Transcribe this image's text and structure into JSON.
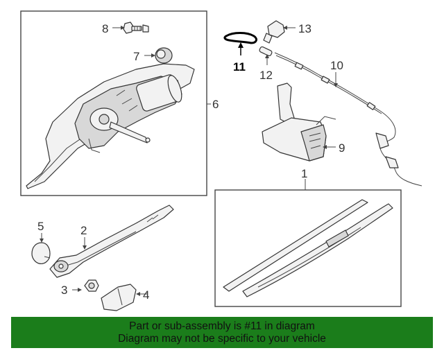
{
  "diagram": {
    "callouts": {
      "c1": "1",
      "c2": "2",
      "c3": "3",
      "c4": "4",
      "c5": "5",
      "c6": "6",
      "c7": "7",
      "c8": "8",
      "c9": "9",
      "c10": "10",
      "c11": "11",
      "c12": "12",
      "c13": "13"
    },
    "highlighted_part": "11"
  },
  "footer": {
    "line1": "Part or sub-assembly is #11 in diagram",
    "line2": "Diagram may not be specific to your vehicle"
  },
  "colors": {
    "footer_background": "#1b7d1b",
    "line_art": "#444444",
    "highlight_part": "#000000"
  }
}
